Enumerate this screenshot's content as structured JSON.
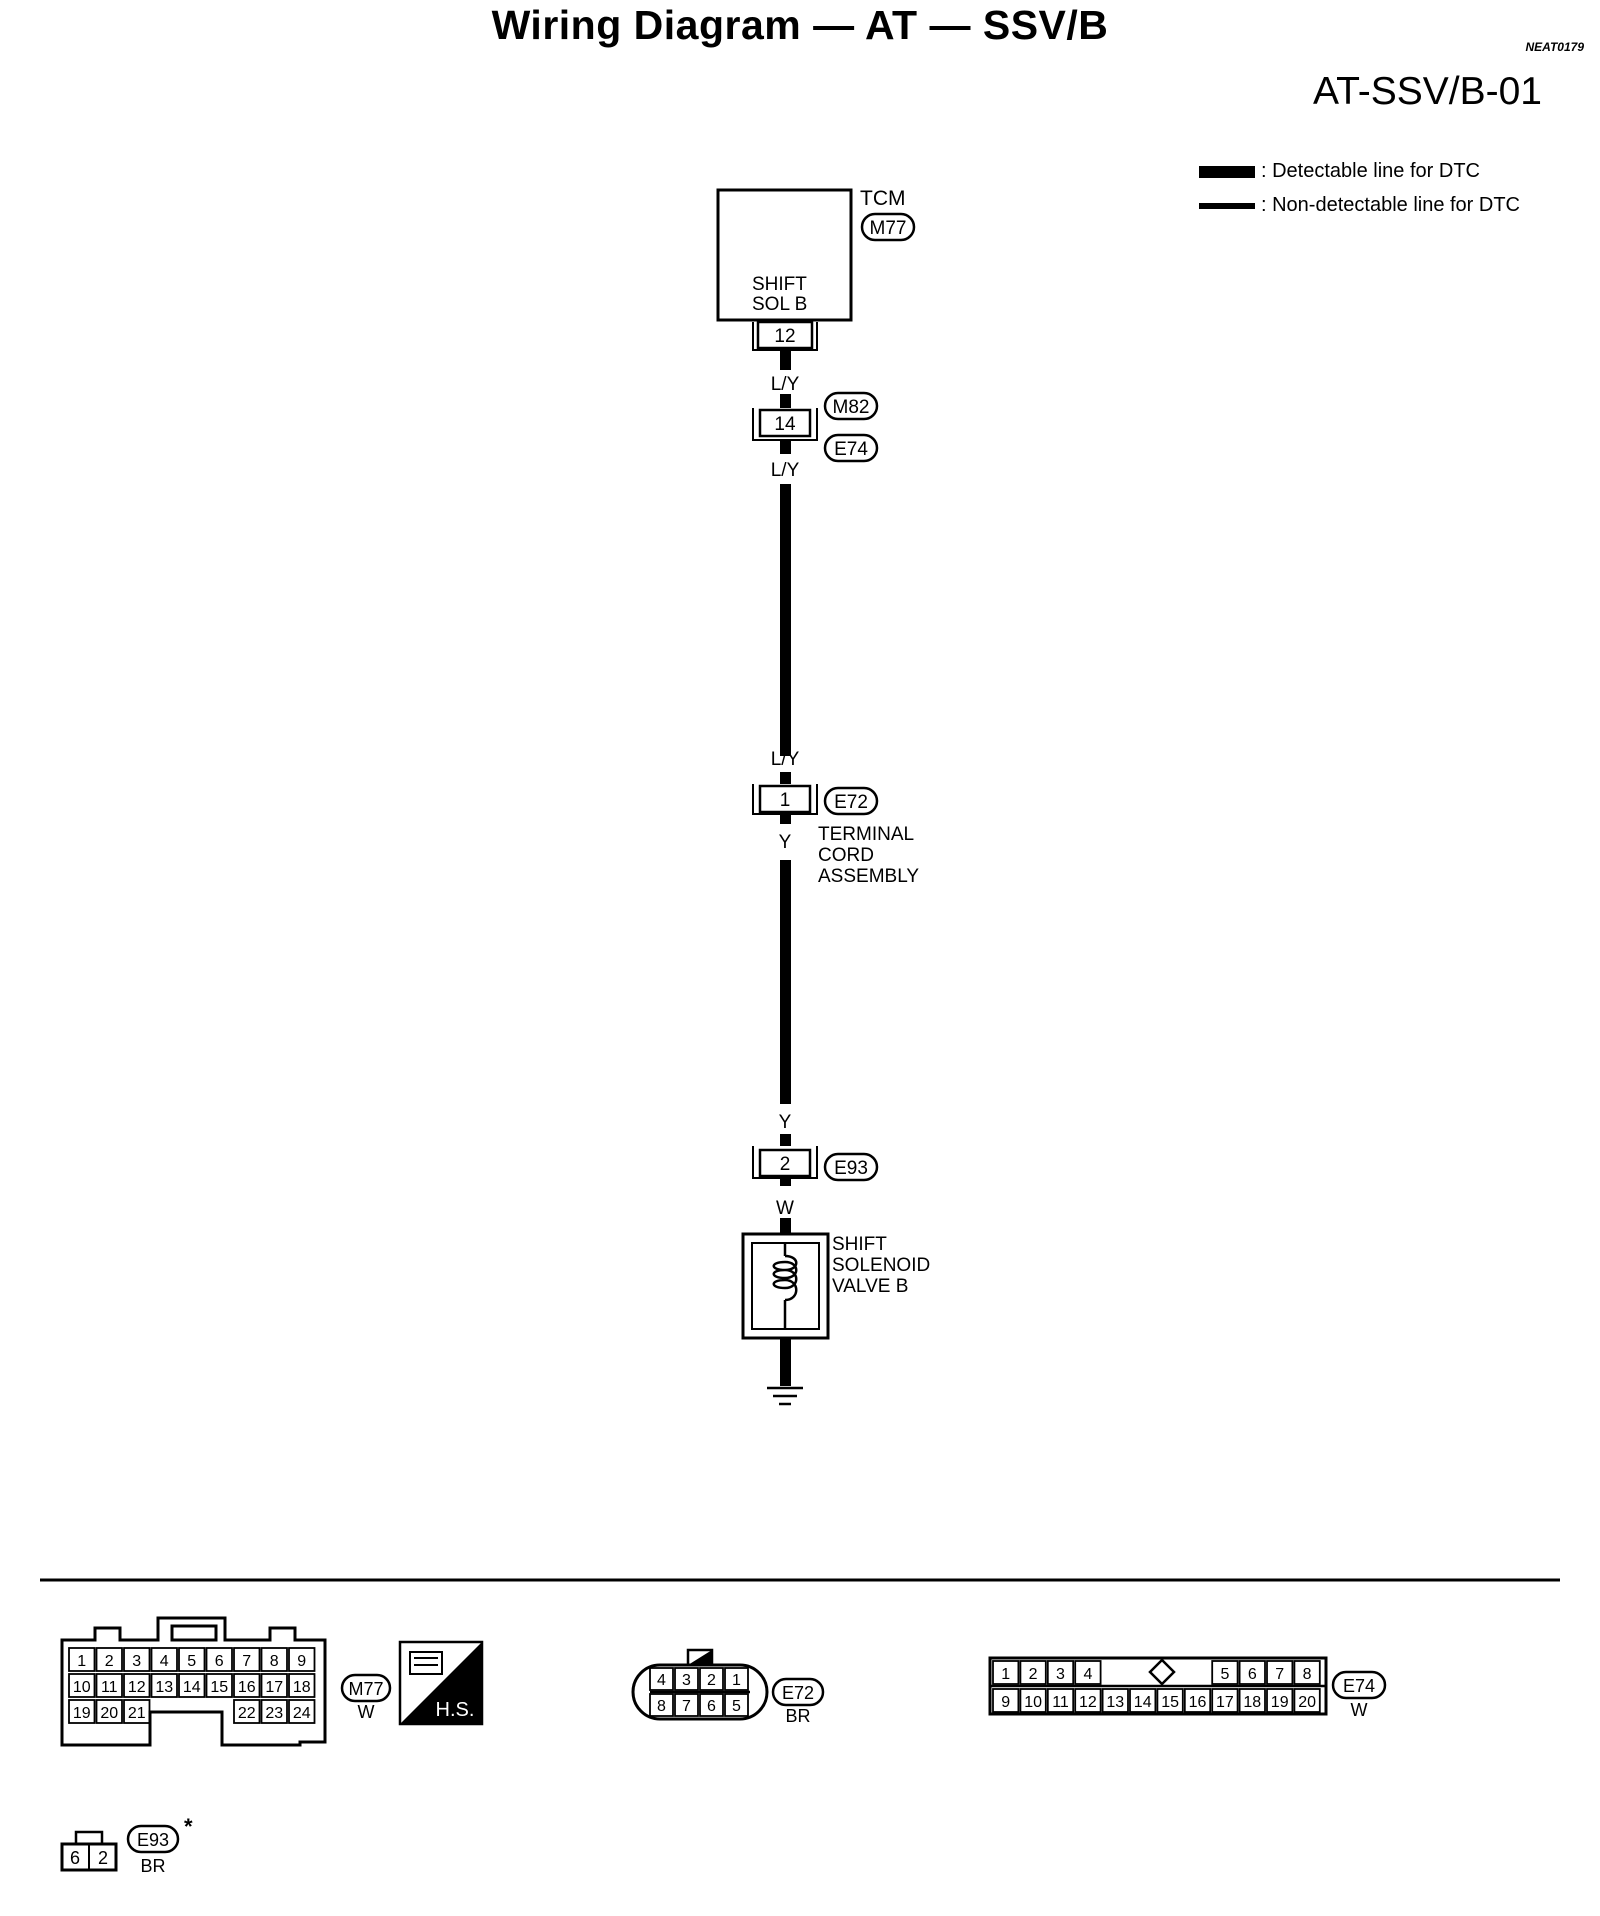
{
  "header": {
    "title": "Wiring Diagram — AT — SSV/B",
    "code": "NEAT0179",
    "page_id": "AT-SSV/B-01"
  },
  "legend": {
    "detectable": ": Detectable line for DTC",
    "non_detectable": ": Non-detectable line for DTC"
  },
  "circuit": {
    "tcm_label": "TCM",
    "tcm_connector": "M77",
    "tcm_pin_label": "SHIFT\nSOL B",
    "tcm_pin": "12",
    "wire1": "L/Y",
    "jc_pin": "14",
    "jc_conn_top": "M82",
    "jc_conn_bottom": "E74",
    "wire2": "L/Y",
    "wire3": "L/Y",
    "tc_pin": "1",
    "tc_conn": "E72",
    "tc_label": "TERMINAL\nCORD\nASSEMBLY",
    "wire4": "Y",
    "wire5": "Y",
    "sv_pin": "2",
    "sv_conn": "E93",
    "wire6": "W",
    "solenoid_label": "SHIFT\nSOLENOID\nVALVE B"
  },
  "connectors": {
    "m77": {
      "name": "M77",
      "color": "W",
      "hs": "H.S.",
      "rows": [
        [
          "1",
          "2",
          "3",
          "4",
          "5",
          "6",
          "7",
          "8",
          "9"
        ],
        [
          "10",
          "11",
          "12",
          "13",
          "14",
          "15",
          "16",
          "17",
          "18"
        ],
        [
          "19",
          "20",
          "21",
          "22",
          "23",
          "24"
        ]
      ]
    },
    "e72": {
      "name": "E72",
      "color": "BR",
      "top": [
        "4",
        "3",
        "2",
        "1"
      ],
      "bottom": [
        "8",
        "7",
        "6",
        "5"
      ]
    },
    "e74": {
      "name": "E74",
      "color": "W",
      "top": [
        "1",
        "2",
        "3",
        "4",
        "5",
        "6",
        "7",
        "8"
      ],
      "bottom": [
        "9",
        "10",
        "11",
        "12",
        "13",
        "14",
        "15",
        "16",
        "17",
        "18",
        "19",
        "20"
      ]
    },
    "e93": {
      "name": "E93",
      "color": "BR",
      "star": "*",
      "pins": [
        "6",
        "2"
      ]
    }
  }
}
